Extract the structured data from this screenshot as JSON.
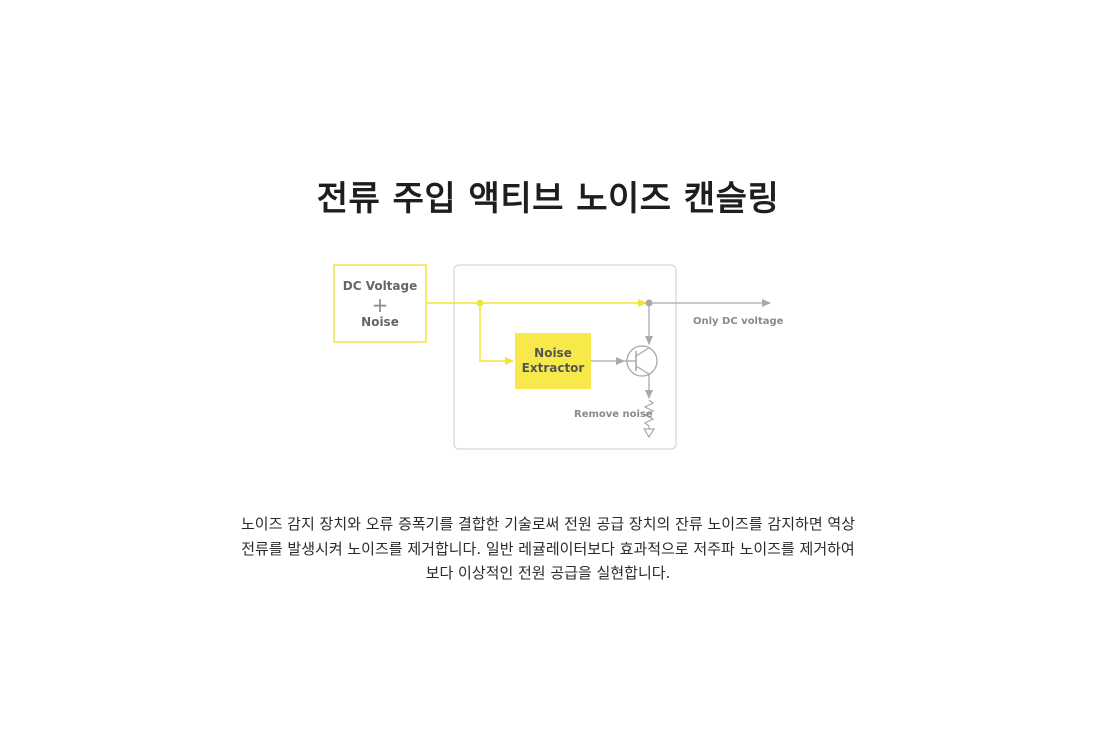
{
  "title": "전류 주입 액티브 노이즈 캔슬링",
  "diagram": {
    "input_box": {
      "line1": "DC Voltage",
      "plus": "+",
      "line2": "Noise"
    },
    "extractor_box": {
      "line1": "Noise",
      "line2": "Extractor"
    },
    "output_label": "Only DC voltage",
    "remove_label": "Remove noise",
    "colors": {
      "yellow": "#f7e94a",
      "yellow_border": "#f2e04a",
      "gray": "#a9a9a9",
      "box_text": "#555555"
    }
  },
  "description": {
    "line1": "노이즈 감지 장치와 오류 증폭기를 결합한 기술로써 전원 공급 장치의 잔류 노이즈를 감지하면 역상",
    "line2": "전류를 발생시켜 노이즈를 제거합니다. 일반 레귤레이터보다 효과적으로 저주파 노이즈를 제거하여",
    "line3": "보다 이상적인 전원 공급을 실현합니다."
  }
}
